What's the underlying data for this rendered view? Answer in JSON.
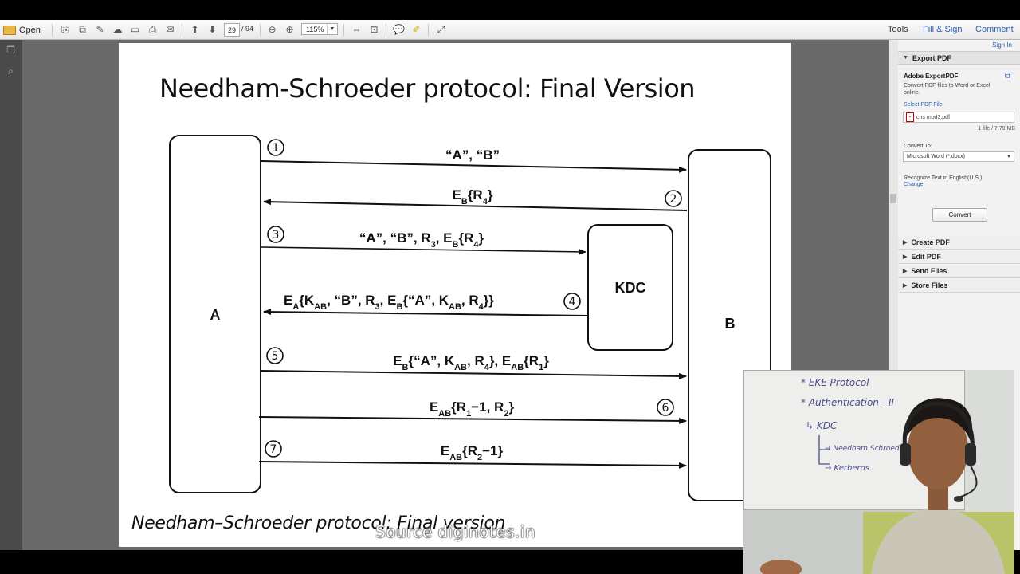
{
  "toolbar": {
    "open_label": "Open",
    "page_current": "29",
    "page_total": "/ 94",
    "zoom": "115%",
    "tools_label": "Tools",
    "fill_sign_label": "Fill & Sign",
    "comment_label": "Comment"
  },
  "document": {
    "slide_title": "Needham-Schroeder protocol: Final Version",
    "caption": "Needham–Schroeder protocol: Final version",
    "watermark": "Source diginotes.in",
    "diagram": {
      "entity_a": "A",
      "entity_b": "B",
      "kdc": "KDC",
      "steps": [
        {
          "num": "1",
          "msg": "“A”, “B”"
        },
        {
          "num": "2",
          "msg": "E_B{R_4}"
        },
        {
          "num": "3",
          "msg": "“A”, “B”, R_3, E_B{R_4}"
        },
        {
          "num": "4",
          "msg": "E_A{K_AB, “B”, R_3, E_B{“A”, K_AB, R_4}}"
        },
        {
          "num": "5",
          "msg": "E_B{“A”, K_AB, R_4}, E_AB{R_1}"
        },
        {
          "num": "6",
          "msg": "E_AB{R_1−1, R_2}"
        },
        {
          "num": "7",
          "msg": "E_AB{R_2−1}"
        }
      ]
    }
  },
  "right_panel": {
    "sign_in": "Sign In",
    "export_pdf": {
      "header": "Export PDF",
      "title": "Adobe ExportPDF",
      "description": "Convert PDF files to Word or Excel online.",
      "select_label": "Select PDF File:",
      "file_name": "cns mod3.pdf",
      "file_info": "1 file / 7.79 MB",
      "convert_to_label": "Convert To:",
      "convert_to_value": "Microsoft Word (*.docx)",
      "recognize_text": "Recognize Text in English(U.S.)",
      "change_link": "Change",
      "convert_button": "Convert"
    },
    "sections": [
      "Create PDF",
      "Edit PDF",
      "Send Files",
      "Store Files"
    ]
  },
  "webcam": {
    "whiteboard_lines": [
      "* EKE Protocol",
      "* Authentication - II",
      "↳ KDC",
      "→ Needham Schroeder",
      "→ Kerberos"
    ]
  },
  "colors": {
    "accent_blue": "#2a5db0",
    "toolbar_bg": "#efefef",
    "doc_bg": "#6a6a6a"
  }
}
